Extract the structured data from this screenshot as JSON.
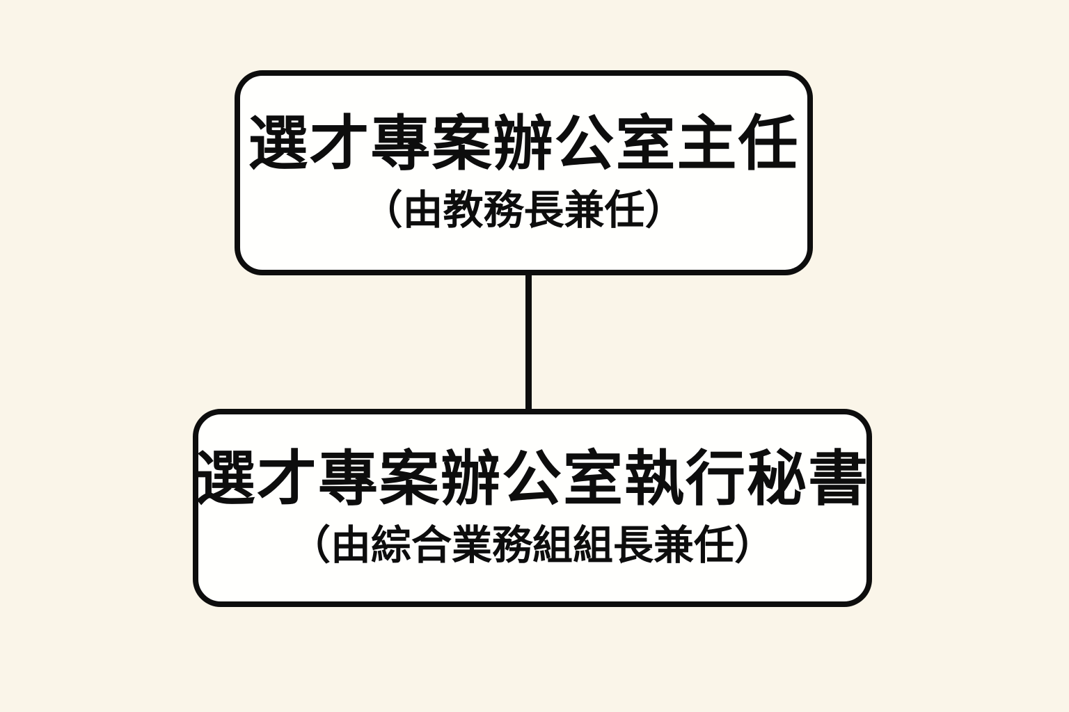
{
  "diagram": {
    "type": "org-chart",
    "nodes": [
      {
        "id": "project-office-director",
        "title": "選才專案辦公室主任",
        "subtitle": "（由教務長兼任）"
      },
      {
        "id": "project-office-executive-secretary",
        "title": "選才專案辦公室執行秘書",
        "subtitle": "（由綜合業務組組長兼任）"
      }
    ],
    "edges": [
      {
        "from": "project-office-director",
        "to": "project-office-executive-secretary"
      }
    ],
    "colors": {
      "background": "#faf5e9",
      "node_fill": "#fffffd",
      "border": "#0d0d0d",
      "text": "#0d0d0d"
    }
  }
}
